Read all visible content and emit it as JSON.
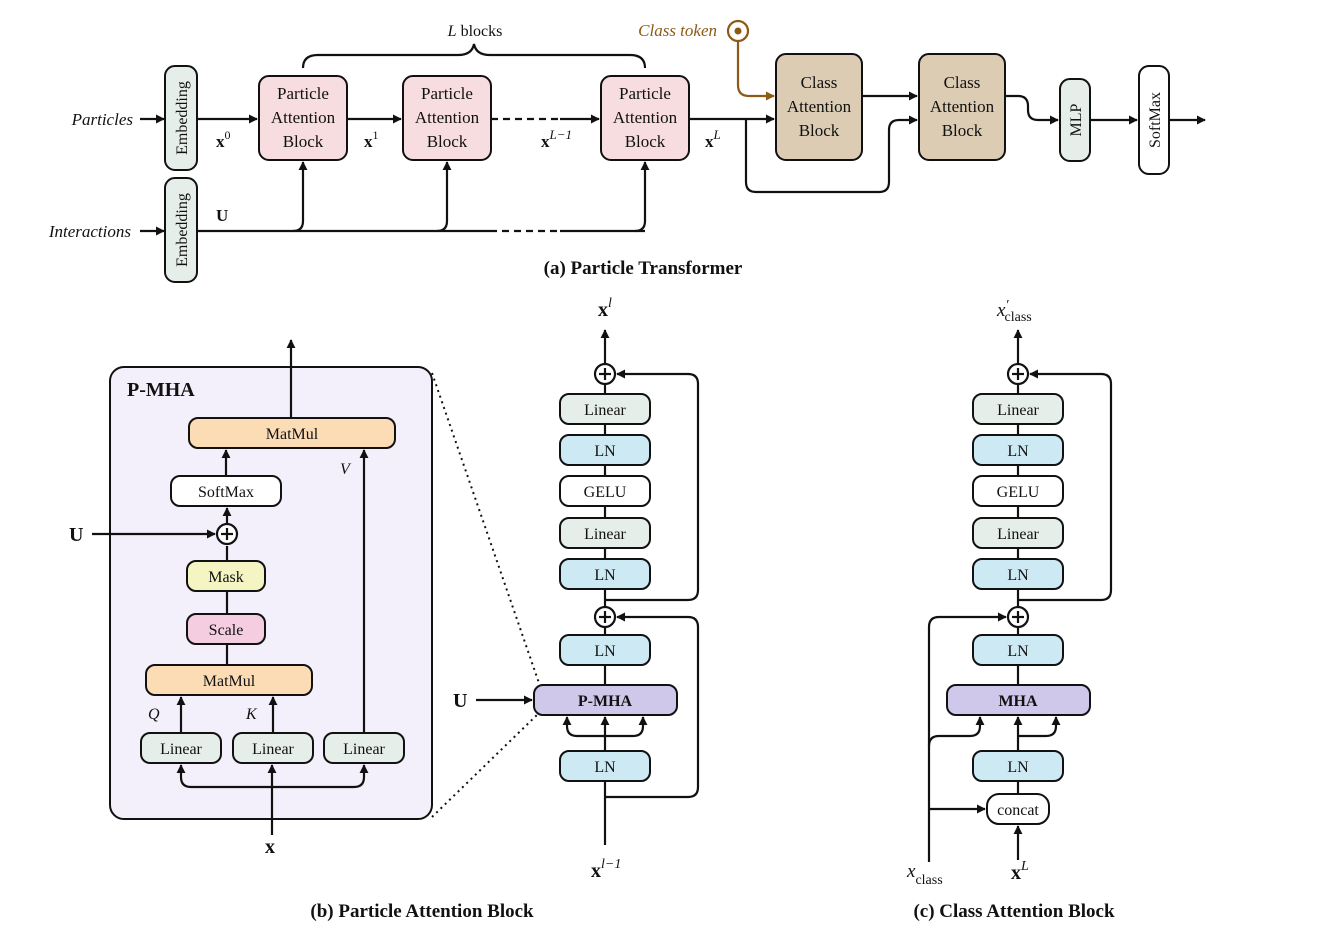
{
  "part_a": {
    "caption": "(a) Particle Transformer",
    "inputs": {
      "particles": "Particles",
      "interactions": "Interactions"
    },
    "embedding_label": "Embedding",
    "pab_lines": [
      "Particle",
      "Attention",
      "Block"
    ],
    "cab_lines": [
      "Class",
      "Attention",
      "Block"
    ],
    "x0": "x",
    "x0_sup": "0",
    "x1": "x",
    "x1_sup": "1",
    "xl1": "x",
    "xl1_sup": "L−1",
    "xL": "x",
    "xL_sup": "L",
    "u": "U",
    "l_blocks_var": "L",
    "l_blocks_word": " blocks",
    "class_token": "Class token",
    "mlp": "MLP",
    "softmax": "SoftMax"
  },
  "part_b": {
    "caption": "(b) Particle Attention Block",
    "pmha_title": "P-MHA",
    "matmul": "MatMul",
    "softmax": "SoftMax",
    "mask": "Mask",
    "scale": "Scale",
    "linear": "Linear",
    "q": "Q",
    "k": "K",
    "v": "V",
    "u": "U",
    "x": "x",
    "stack": {
      "linear": "Linear",
      "ln": "LN",
      "gelu": "GELU",
      "pmha": "P-MHA"
    },
    "out": "x",
    "out_sup": "l",
    "in": "x",
    "in_sup": "l−1"
  },
  "part_c": {
    "caption": "(c) Class Attention Block",
    "stack": {
      "linear": "Linear",
      "ln": "LN",
      "gelu": "GELU",
      "mha": "MHA",
      "concat": "concat"
    },
    "out": "x",
    "out_sup": "′",
    "out_sub": "class",
    "in_class": "x",
    "in_class_sub": "class",
    "in_x": "x",
    "in_x_sup": "L"
  },
  "colors": {
    "pab": "#f7dde0",
    "cab": "#dcccb4",
    "embed": "#e6eeea",
    "linear": "#e6eeea",
    "ln": "#cde9f3",
    "pmha_bg": "#f3f0fb",
    "mha": "#cfc8ea",
    "matmul": "#fcdcb4",
    "mask": "#f5f5c4",
    "scale": "#f5cde0",
    "class_token": "#8b5a14"
  }
}
